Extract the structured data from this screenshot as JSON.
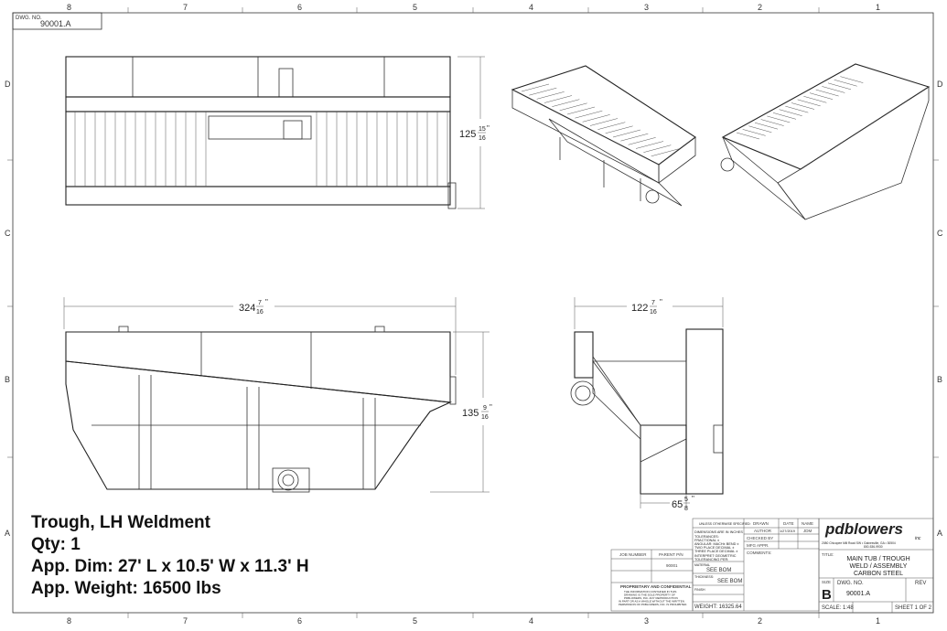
{
  "sheet": {
    "zones_top": [
      "8",
      "7",
      "6",
      "5",
      "4",
      "3",
      "2",
      "1"
    ],
    "zones_side": [
      "D",
      "C",
      "B",
      "A"
    ],
    "corner_dwg_label": "DWG. NO.",
    "corner_dwg_no": "90001.A"
  },
  "dimensions": {
    "front_height": {
      "whole": "125",
      "num": "15",
      "den": "16",
      "unit": "\""
    },
    "side_length": {
      "whole": "324",
      "num": "7",
      "den": "16",
      "unit": "\""
    },
    "side_height": {
      "whole": "135",
      "num": "9",
      "den": "16",
      "unit": "\""
    },
    "end_width": {
      "whole": "122",
      "num": "7",
      "den": "16",
      "unit": "\""
    },
    "end_base": {
      "whole": "65",
      "num": "5",
      "den": "8",
      "unit": "\""
    }
  },
  "notes": {
    "line1": "Trough, LH Weldment",
    "line2": "Qty: 1",
    "line3": "App. Dim: 27' L x 10.5' W x 11.3' H",
    "line4": "App. Weight: 16500 lbs"
  },
  "title_block": {
    "job_number_label": "JOB NUMBER",
    "parent_pn_label": "PARENT P/N",
    "parent_pn": "90001",
    "proprietary_title": "PROPRIETARY AND CONFIDENTIAL",
    "proprietary_text": [
      "THE INFORMATION CONTAINED IN THIS",
      "DRAWING IS THE SOLE PROPERTY OF",
      "PDBLOWERS, INC. ANY REPRODUCTION",
      "IN PART OR AS A WHOLE WITHOUT THE WRITTEN",
      "PERMISSION OF PDBLOWERS, INC. IS PROHIBITED."
    ],
    "unless_label": "UNLESS OTHERWISE SPECIFIED:",
    "dims_label": "DIMENSIONS ARE IN INCHES",
    "tolerances": "TOLERANCES:",
    "fractional": "FRACTIONAL ±",
    "angular": "ANGULAR: MACH± BEND ±",
    "two_place": "TWO PLACE DECIMAL ±",
    "three_place": "THREE PLACE DECIMAL ±",
    "interpret": "INTERPRET GEOMETRIC",
    "tolerancing": "TOLERANCING PER:",
    "material_label": "MATERIAL",
    "material": "SEE BOM",
    "thickness_label": "THICKNESS:",
    "thickness": "SEE BOM",
    "finish_label": "FINISH",
    "weight": "WEIGHT: 16325.64",
    "drawn_label": "DRAWN",
    "date_label": "DATE",
    "name_label": "NAME",
    "author_label": "AUTHOR",
    "date": "1/27/2019",
    "name": "JDM",
    "checked_label": "CHECKED BY",
    "mfg_label": "MFG APPR.",
    "comments_label": "COMMENTS:",
    "logo_text": "pdblowers",
    "logo_inc": "inc",
    "address": "2080 Chicopee Mill Road SW • Gainesville, GA • 30504",
    "phone": "800-536-9930",
    "title_label": "TITLE:",
    "title_lines": [
      "MAIN TUB / TROUGH",
      "WELD / ASSEMBLY",
      "CARBON STEEL"
    ],
    "size_label": "SIZE",
    "size": "B",
    "dwg_no_label": "DWG.  NO.",
    "dwg_no": "90001.A",
    "rev_label": "REV",
    "scale": "SCALE: 1:48",
    "sheet": "SHEET 1 OF 2"
  }
}
